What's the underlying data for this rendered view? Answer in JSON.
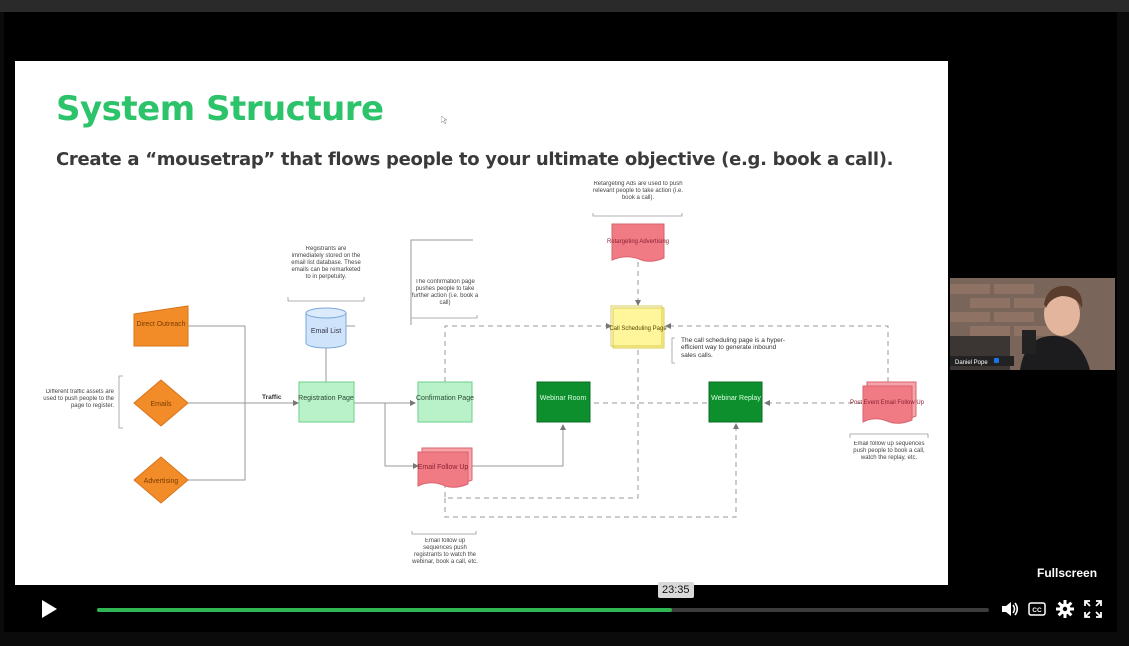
{
  "slide": {
    "title": "System Structure",
    "subtitle": "Create a “mousetrap” that flows people to your ultimate objective (e.g. book a call)."
  },
  "diagram": {
    "nodes": {
      "direct_outreach": "Direct Outreach",
      "emails": "Emails",
      "advertising": "Advertising",
      "email_list": "Email List",
      "registration_page": "Registration Page",
      "confirmation_page": "Confirmation Page",
      "email_follow_up": "Email Follow Up",
      "webinar_room": "Webinar Room",
      "webinar_replay": "Webinar Replay",
      "post_event_email": "Post Event Email Follow Up",
      "retargeting_ads": "Retargeting Advertising",
      "call_scheduling": "Call Scheduling Page"
    },
    "labels": {
      "traffic": "Traffic"
    },
    "notes": {
      "traffic_assets": "Different traffic assets are used to push people to the page to register.",
      "registrants": "Registrants are immediately stored on the email list database. These emails can be remarketed to in perpetuity.",
      "confirmation": "The confirmation page pushes people to take further action (i.e. book a call)",
      "retargeting": "Retargeting Ads are used to push relevant people to take action (i.e. book a call).",
      "call_scheduling": "The call scheduling page is a hyper-efficient way to generate inbound sales calls.",
      "email_follow_up": "Email follow up sequences push registrants to watch the webinar, book a call, etc.",
      "post_event": "Email follow up sequences push people to book a call, watch the replay, etc."
    },
    "colors": {
      "orange": "#f28c28",
      "green_light": "#b9f2c9",
      "green_dark": "#0e8f2e",
      "red": "#f07b84",
      "yellow": "#fff59a",
      "blue": "#cfe3fb"
    }
  },
  "webcam": {
    "name": "Daniel Pope"
  },
  "player": {
    "timestamp": "23:35",
    "fullscreen_label": "Fullscreen",
    "progress": 0.645,
    "accent": "#2fb653"
  }
}
